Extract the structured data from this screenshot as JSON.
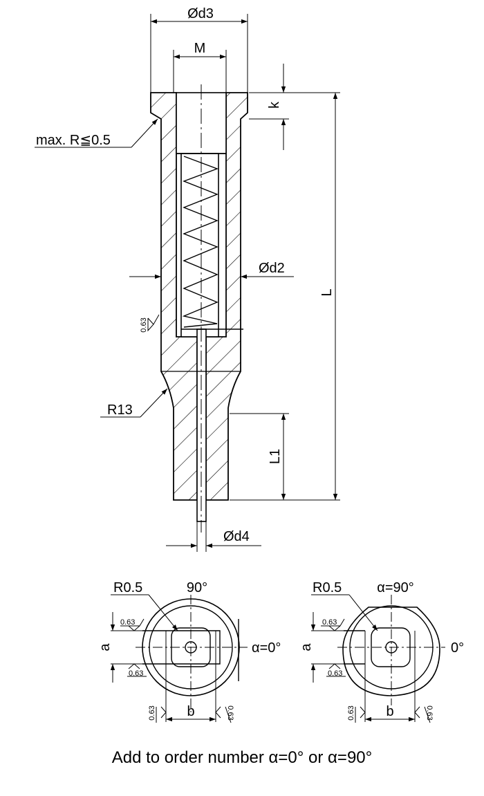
{
  "side_view": {
    "dim_d3": "Ød3",
    "dim_m": "M",
    "dim_k": "k",
    "dim_radius_note": "max. R≦0.5",
    "dim_d2": "Ød2",
    "dim_l": "L",
    "surface_finish": "0.63",
    "dim_r13": "R13",
    "dim_l1": "L1",
    "dim_d4": "Ød4"
  },
  "detail_left": {
    "radius": "R0.5",
    "angle_top": "90°",
    "angle_right": "α=0°",
    "dim_a": "a",
    "dim_b": "b",
    "finish_top": "0.63",
    "finish_bottom": "0.63",
    "finish_lower_left": "0.63",
    "finish_lower_right": "0.63"
  },
  "detail_right": {
    "radius": "R0.5",
    "angle_top": "α=90°",
    "angle_right": "0°",
    "dim_a": "a",
    "dim_b": "b",
    "finish_top": "0.63",
    "finish_bottom": "0.63",
    "finish_lower_left": "0.63",
    "finish_lower_right": "0.63"
  },
  "caption": "Add to order number α=0° or α=90°"
}
